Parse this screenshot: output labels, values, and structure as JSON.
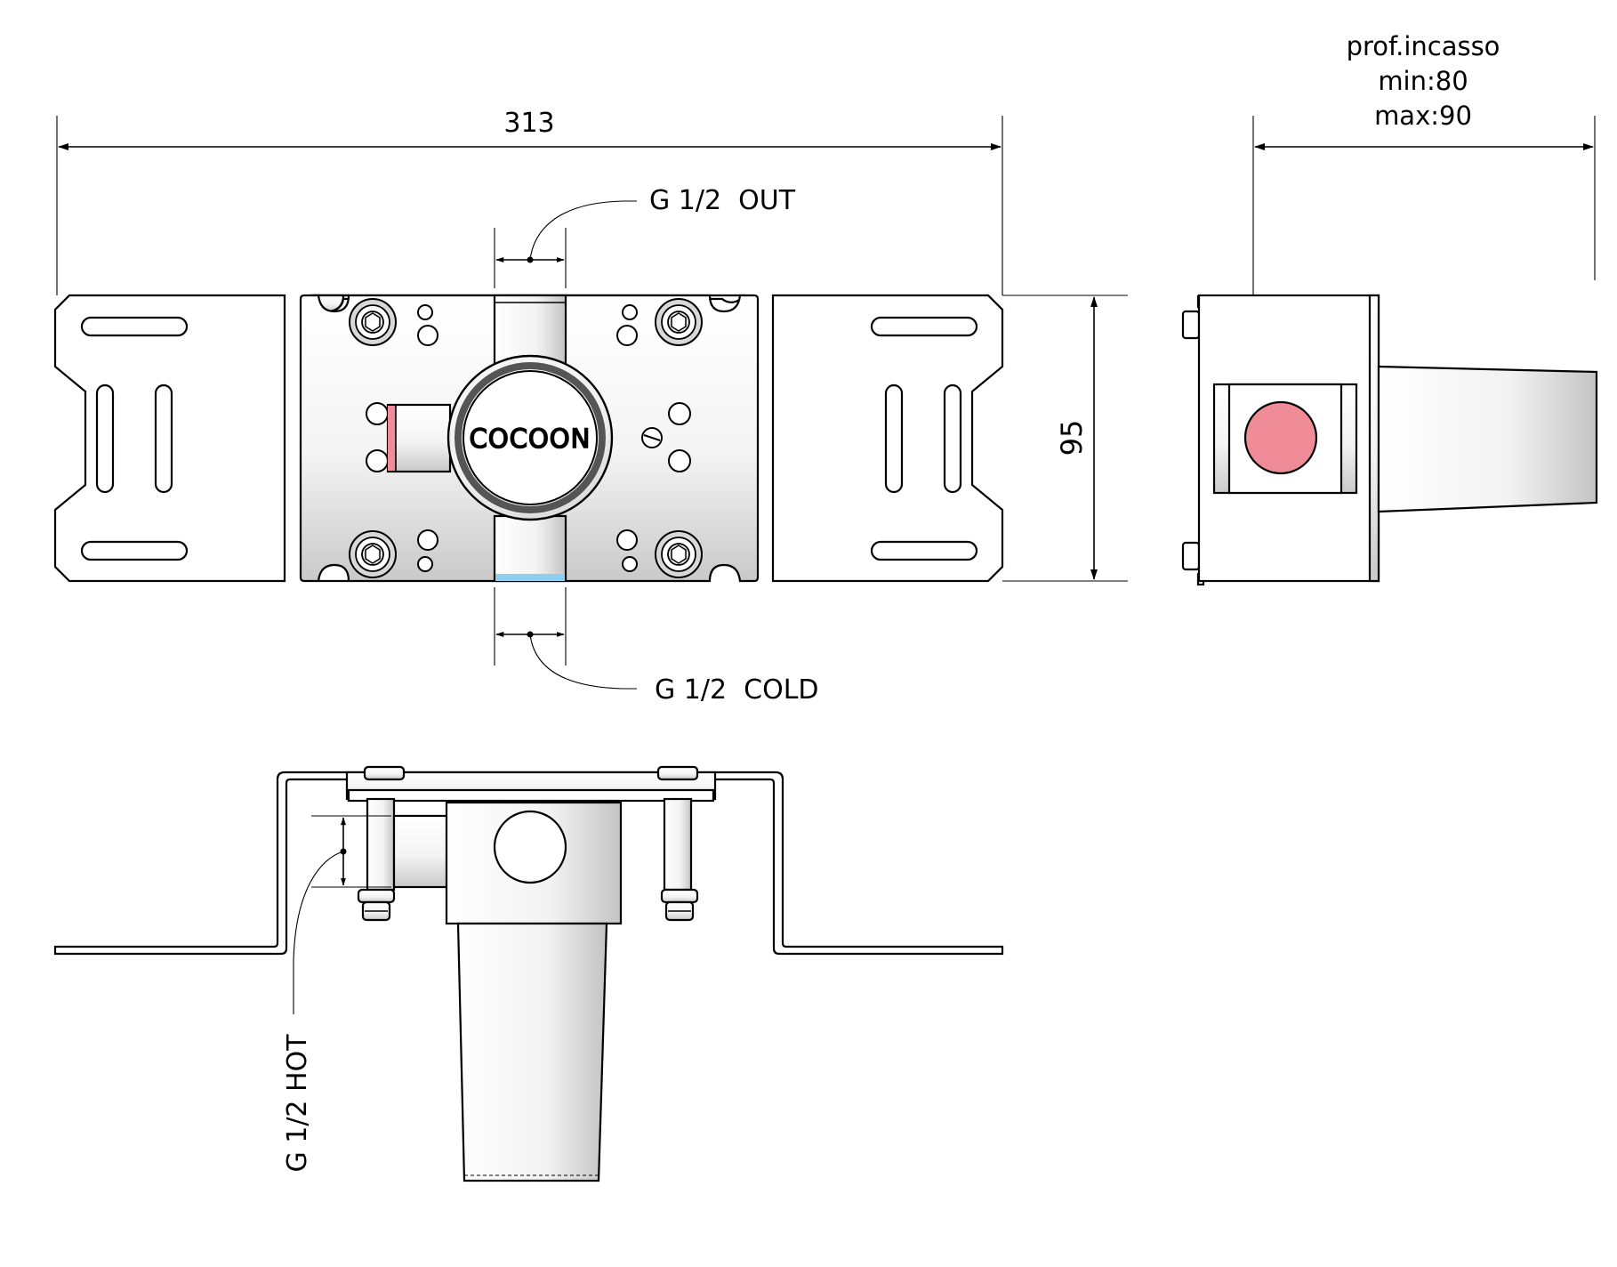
{
  "front_view": {
    "width_dim": "313",
    "height_dim": "95",
    "outlet_label": "G 1/2  OUT",
    "cold_label": "G 1/2  COLD",
    "brand": "COCOON"
  },
  "side_view": {
    "depth_label_line1": "prof.incasso",
    "depth_label_line2": "min:80",
    "depth_label_line3": "max:90"
  },
  "top_view": {
    "hot_label": "G 1/2 HOT"
  },
  "colors": {
    "hot_accent": "#f08c98",
    "cold_accent": "#8fd0f0",
    "line": "#000000"
  }
}
